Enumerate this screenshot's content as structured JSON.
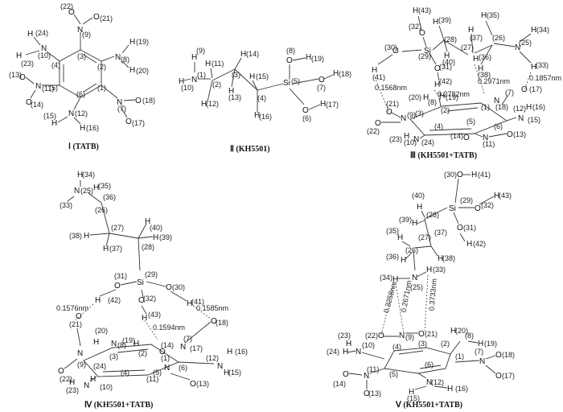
{
  "captions": {
    "tatb": "Ⅰ (TATB)",
    "kh5501": "Ⅱ (KH5501)",
    "c3": "Ⅲ (KH5501+TATB)",
    "c4": "Ⅳ (KH5501+TATB)",
    "c5": "Ⅴ (KH5501+TATB)"
  },
  "distances": {
    "c3_a": "0.1568nm",
    "c3_b": "0.2782nm",
    "c3_c": "0.2971nm",
    "c3_d": "0.1857nm",
    "c4_a": "0.1576nm",
    "c4_b": "0.1594nm",
    "c4_c": "0.1585nm",
    "c5_a": "0.3258nm",
    "c5_b": "0.2671nm",
    "c5_c": "0.3733nm"
  },
  "symbols": {
    "N": "N",
    "O": "O",
    "H": "H",
    "Si": "Si"
  }
}
